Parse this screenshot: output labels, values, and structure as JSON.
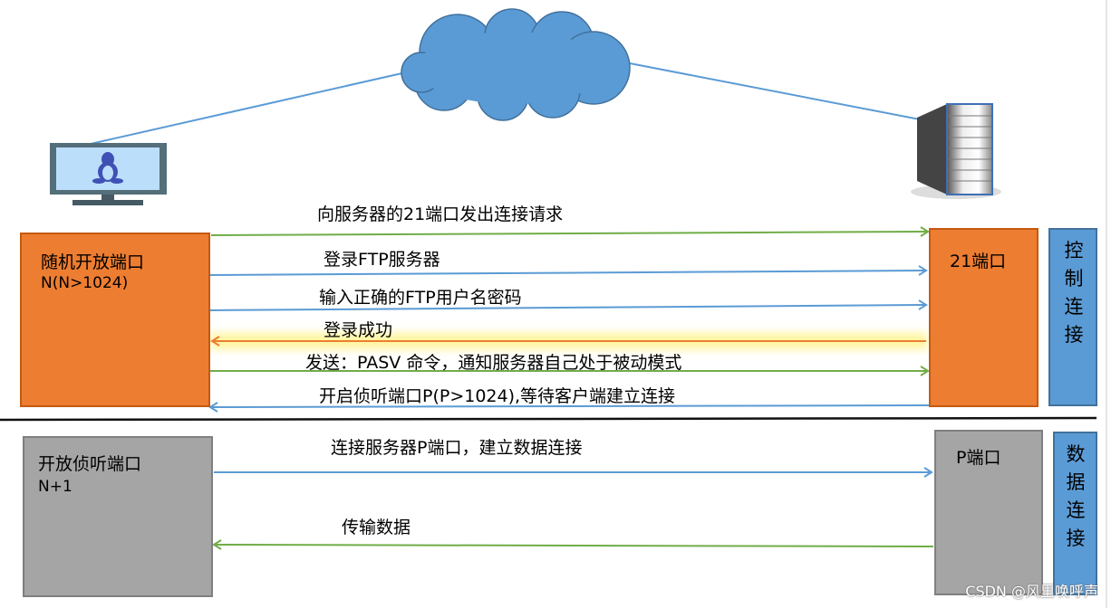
{
  "control": {
    "client_box": {
      "line1": "随机开放端口",
      "line2": "N(N>1024)"
    },
    "server_box": {
      "label": "21端口"
    },
    "side_label": "控制连接",
    "messages": [
      {
        "text": "向服务器的21端口发出连接请求",
        "direction": "to-server",
        "color": "#70AD47"
      },
      {
        "text": "登录FTP服务器",
        "direction": "to-server",
        "color": "#5B9BD5"
      },
      {
        "text": "输入正确的FTP用户名密码",
        "direction": "to-server",
        "color": "#5B9BD5"
      },
      {
        "text": "登录成功",
        "direction": "to-client",
        "color": "#ED7D31"
      },
      {
        "text": "发送：PASV 命令，通知服务器自己处于被动模式",
        "direction": "to-server",
        "color": "#70AD47"
      },
      {
        "text": "开启侦听端口P(P>1024),等待客户端建立连接",
        "direction": "to-client",
        "color": "#5B9BD5"
      }
    ]
  },
  "data": {
    "client_box": {
      "line1": "开放侦听端口",
      "line2": "N+1"
    },
    "server_box": {
      "label": "P端口"
    },
    "side_label": "数据连接",
    "messages": [
      {
        "text": "连接服务器P端口，建立数据连接",
        "direction": "to-server",
        "color": "#5B9BD5"
      },
      {
        "text": "传输数据",
        "direction": "to-client",
        "color": "#70AD47"
      }
    ]
  },
  "watermark": "CSDN @风里唤呼声"
}
